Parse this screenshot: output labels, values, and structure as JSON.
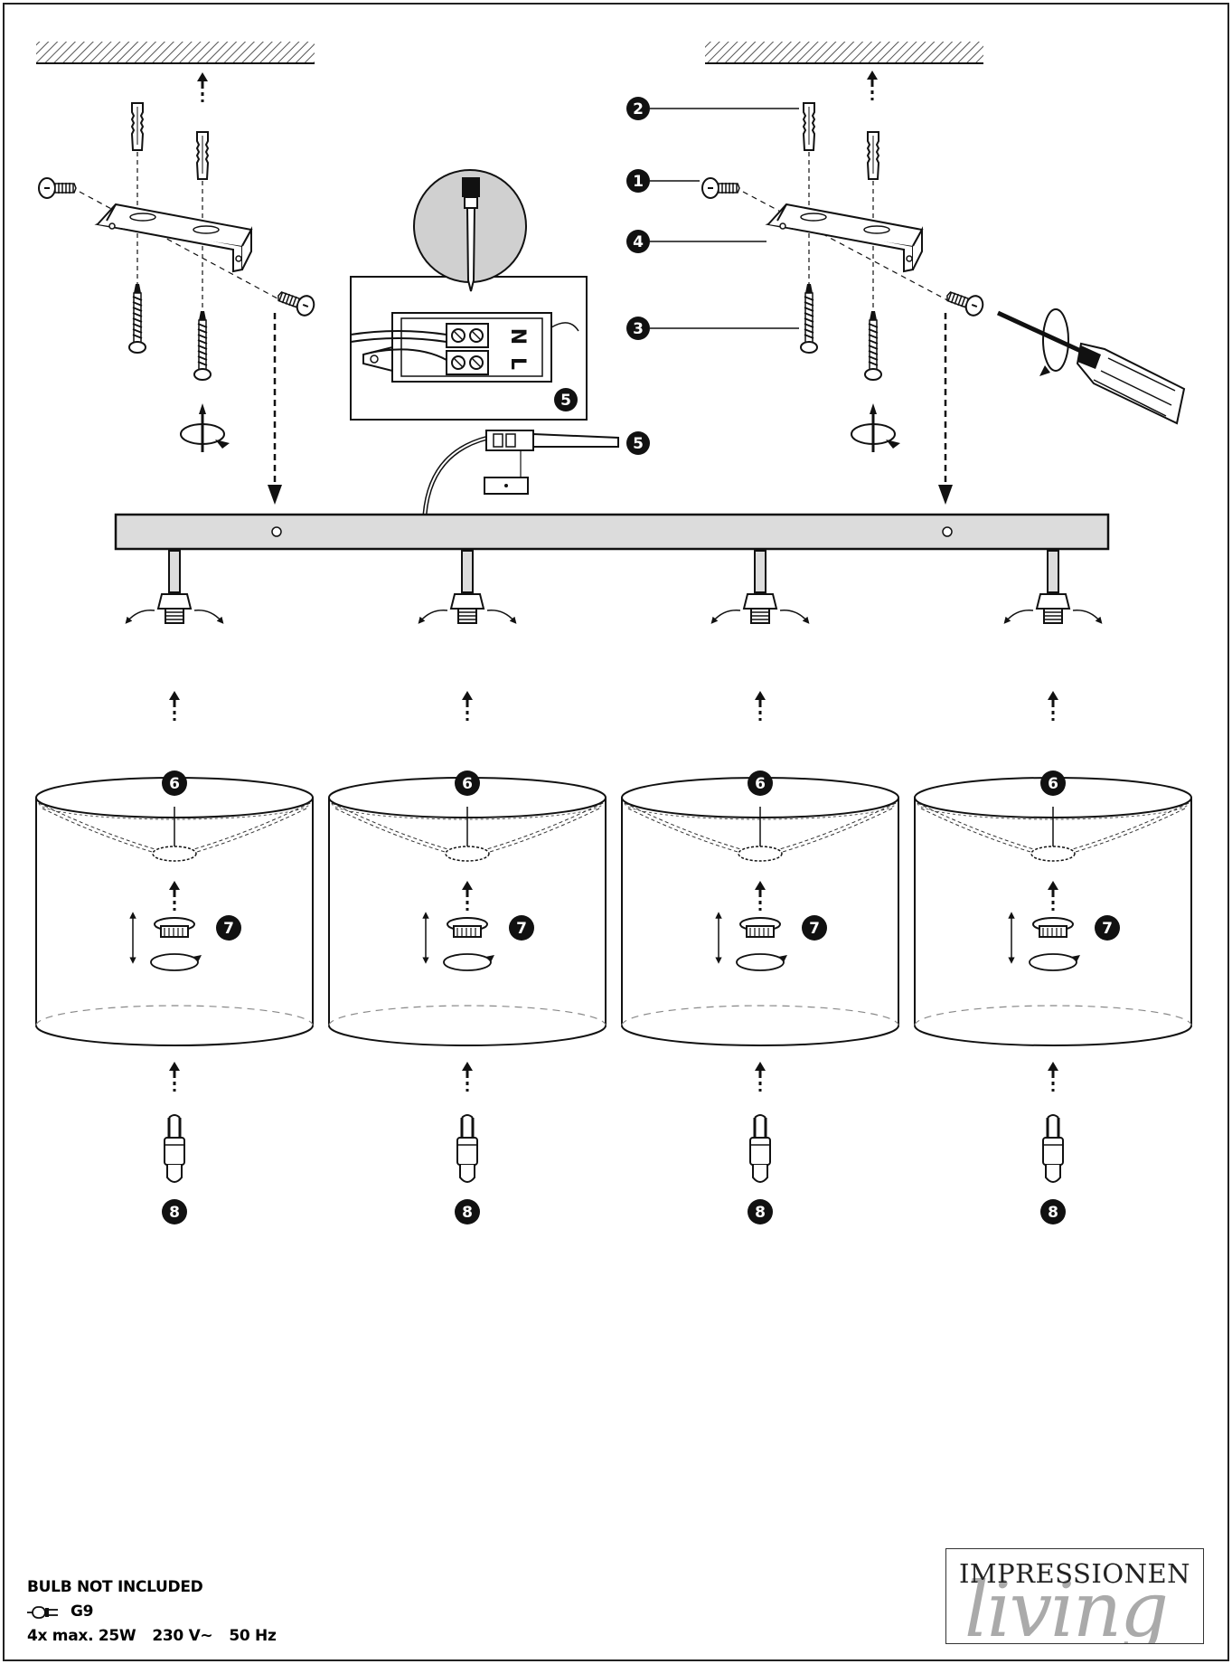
{
  "callouts": {
    "n1": "1",
    "n2": "2",
    "n3": "3",
    "n4": "4",
    "n5": "5",
    "n6": "6",
    "n7": "7",
    "n8": "8"
  },
  "terminal": {
    "n_label": "N",
    "l_label": "L"
  },
  "footer": {
    "bulb_note": "BULB NOT INCLUDED",
    "socket_type": "G9",
    "rating_count": "4x max. 25W",
    "voltage": "230 V~",
    "frequency": "50 Hz",
    "socket_icon": "bulb-socket-icon"
  },
  "brand": {
    "wordmark": "IMPRESSIONEN",
    "script": "living"
  },
  "colors": {
    "ink": "#111111",
    "bar_fill": "#dcdcdc",
    "hatch": "#555555",
    "brand_gray": "#aaaaaa"
  }
}
